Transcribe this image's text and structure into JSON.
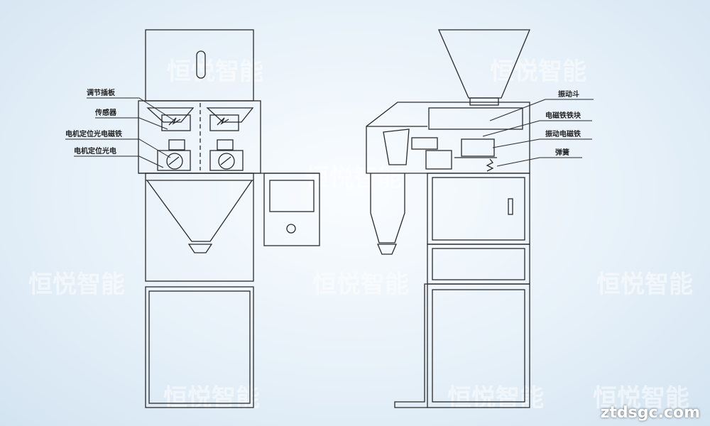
{
  "labels_left": {
    "adjust_plate": "调节插板",
    "sensor": "传感器",
    "motor_magnet": "电机定位光电磁铁",
    "motor_photo": "电机定位光电"
  },
  "labels_right": {
    "vibrating_hopper": "振动斗",
    "magnet_block": "电磁铁铁块",
    "vibrating_magnet": "振动电磁铁",
    "spring": "弹簧"
  },
  "watermark": "恒悦智能",
  "site_url": "ztdsgc.com",
  "colors": {
    "line": "#2a2a2a",
    "text": "#222222",
    "watermark": "#ffffff"
  }
}
